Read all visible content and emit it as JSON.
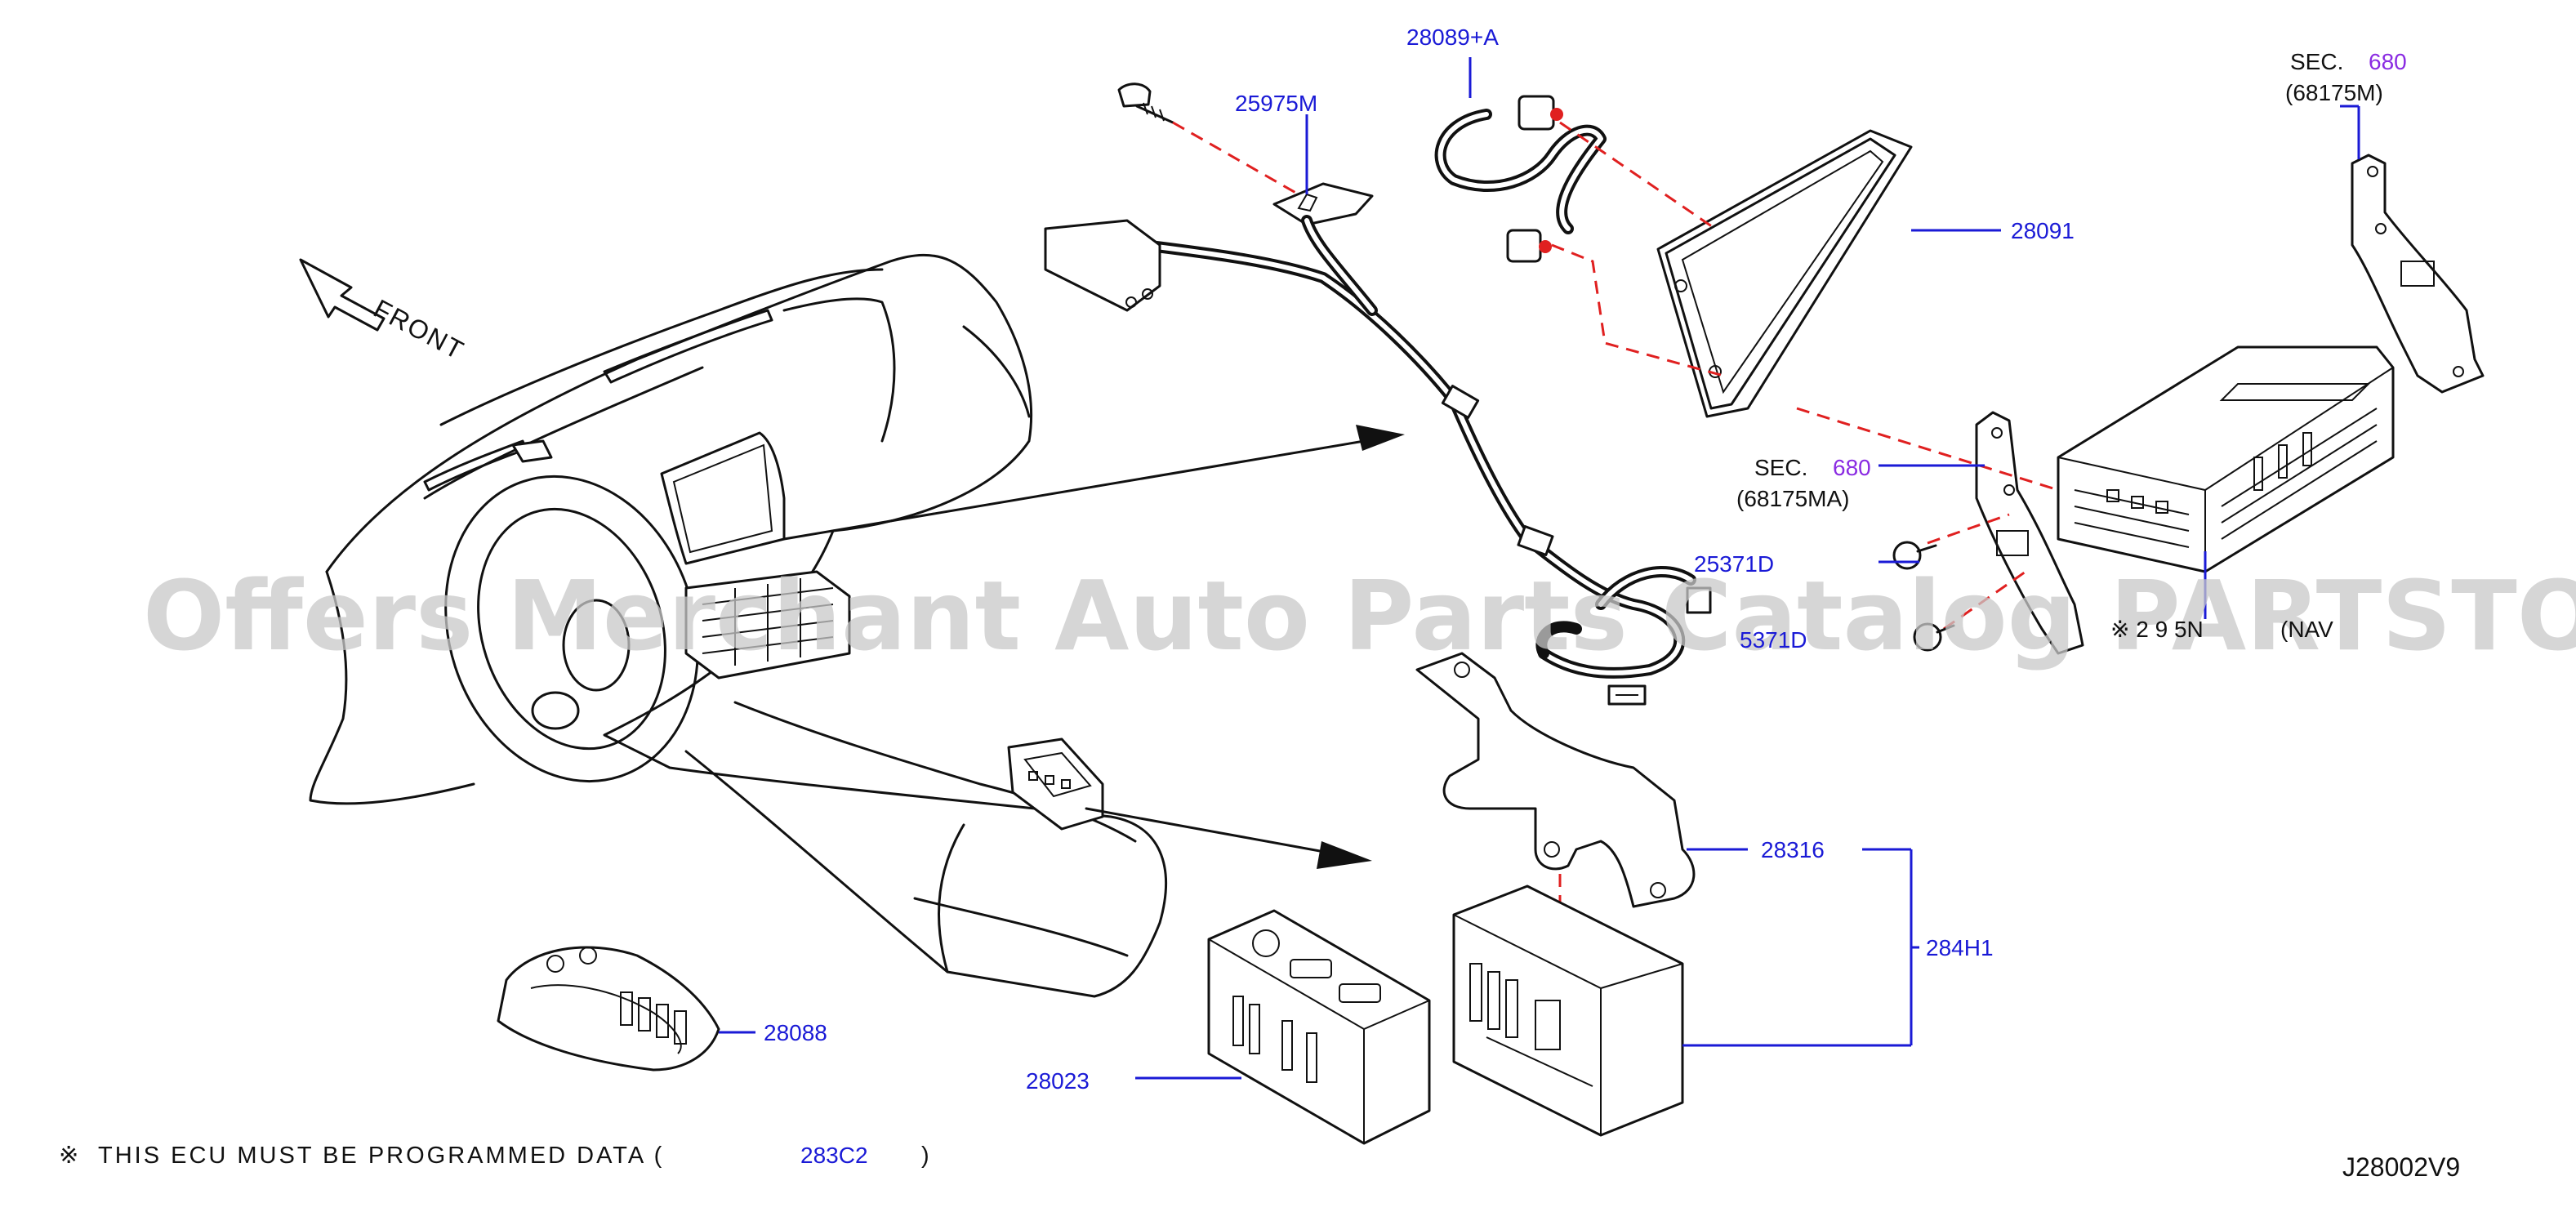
{
  "diagram_code": "J28002V9",
  "watermark": "Offers Merchant Auto Parts Catalog PARTSTORE.SA",
  "front_label": "FRONT",
  "note": {
    "symbol": "※",
    "text": "THIS ECU MUST BE PROGRAMMED DATA (",
    "part": "283C2",
    "close": ")"
  },
  "parts": {
    "p28089a": "28089+A",
    "p25975m": "25975M",
    "p28091": "28091",
    "sec_top_prefix": "SEC.",
    "sec_top_num": "680",
    "sec_top_sub": "(68175M)",
    "sec_mid_prefix": "SEC.",
    "sec_mid_num": "680",
    "sec_mid_sub": "(68175MA)",
    "p25371d_a": "25371D",
    "p25371d_b": "5371D",
    "nav_mark": "※ 2 9 5N",
    "nav_text": "(NAV",
    "p28316": "28316",
    "p284h1": "284H1",
    "p28088": "28088",
    "p28023": "28023"
  },
  "colors": {
    "part_number": "#1a1ad6",
    "section_number": "#8a2be2",
    "connection_dash": "#e02020",
    "watermark": "#c8c8c8"
  }
}
